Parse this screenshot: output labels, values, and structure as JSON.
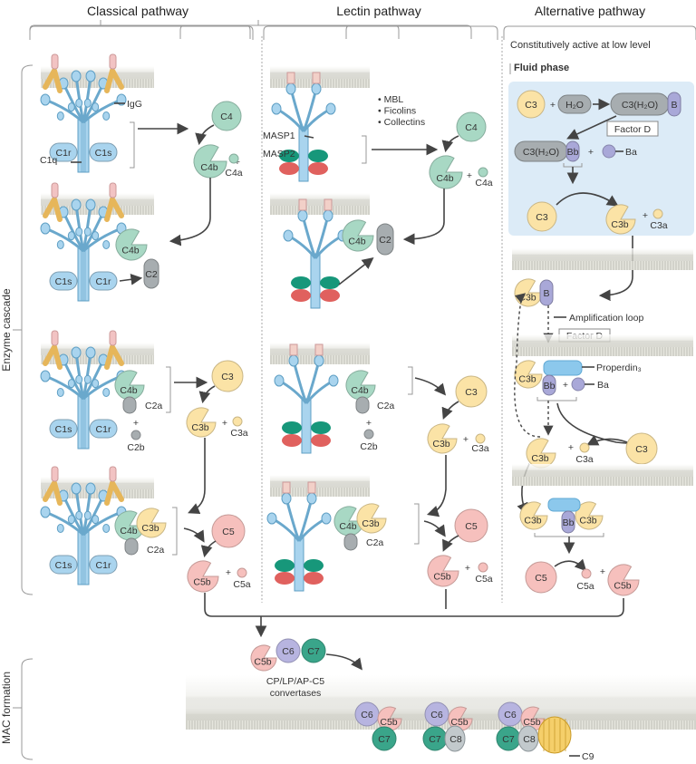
{
  "headers": {
    "classical": "Classical pathway",
    "lectin": "Lectin pathway",
    "alternative": "Alternative pathway"
  },
  "side_labels": {
    "enzyme_cascade": "Enzyme cascade",
    "mac_formation": "MAC formation"
  },
  "classical": {
    "igg": "IgG",
    "c1q": "C1q",
    "c1r": "C1r",
    "c1s": "C1s",
    "c4": "C4",
    "c4b": "C4b",
    "c4a": "C4a",
    "c2": "C2",
    "c2a": "C2a",
    "c2b": "C2b",
    "c3": "C3",
    "c3b": "C3b",
    "c3a": "C3a",
    "c5": "C5",
    "c5b": "C5b",
    "c5a": "C5a",
    "plus": "+"
  },
  "lectin": {
    "recognition": [
      "MBL",
      "Ficolins",
      "Collectins"
    ],
    "masp1": "MASP1",
    "masp2": "MASP2",
    "c4": "C4",
    "c4b": "C4b",
    "c4a": "C4a",
    "c2": "C2",
    "c2a": "C2a",
    "c2b": "C2b",
    "c3": "C3",
    "c3b": "C3b",
    "c3a": "C3a",
    "c5": "C5",
    "c5b": "C5b",
    "c5a": "C5a",
    "plus": "+"
  },
  "alternative": {
    "subtitle": "Constitutively active at low level",
    "fluid_phase": "Fluid phase",
    "c3": "C3",
    "h2o": "H₂O",
    "c3h2o": "C3(H₂O)",
    "b": "B",
    "bb": "Bb",
    "ba": "Ba",
    "factor_d": "Factor D",
    "c3b": "C3b",
    "c3a": "C3a",
    "amplification_loop": "Amplification loop",
    "properdin": "Properdin₃",
    "c5": "C5",
    "c5b": "C5b",
    "c5a": "C5a",
    "plus": "+"
  },
  "mac": {
    "c5b": "C5b",
    "c6": "C6",
    "c7": "C7",
    "c8": "C8",
    "c9": "C9",
    "convertase_line1": "CP/LP/AP-C5",
    "convertase_line2": "convertases"
  },
  "colors": {
    "c4": "#a8d8c4",
    "c3": "#fbe3a6",
    "c5": "#f6c0bd",
    "c6": "#b7b4e0",
    "c7": "#3aa58a",
    "c8": "#c2c9cc",
    "c9": "#f5cf6a",
    "c1": "#a9d4ee",
    "masp1": "#17977a",
    "masp2": "#e0615e",
    "igg": "#e6b65a",
    "fluid_bg": "#dcebf7",
    "factor_b": "#a9a8d8",
    "grey_prot": "#a7adb0",
    "properdin": "#8cc8ec"
  }
}
